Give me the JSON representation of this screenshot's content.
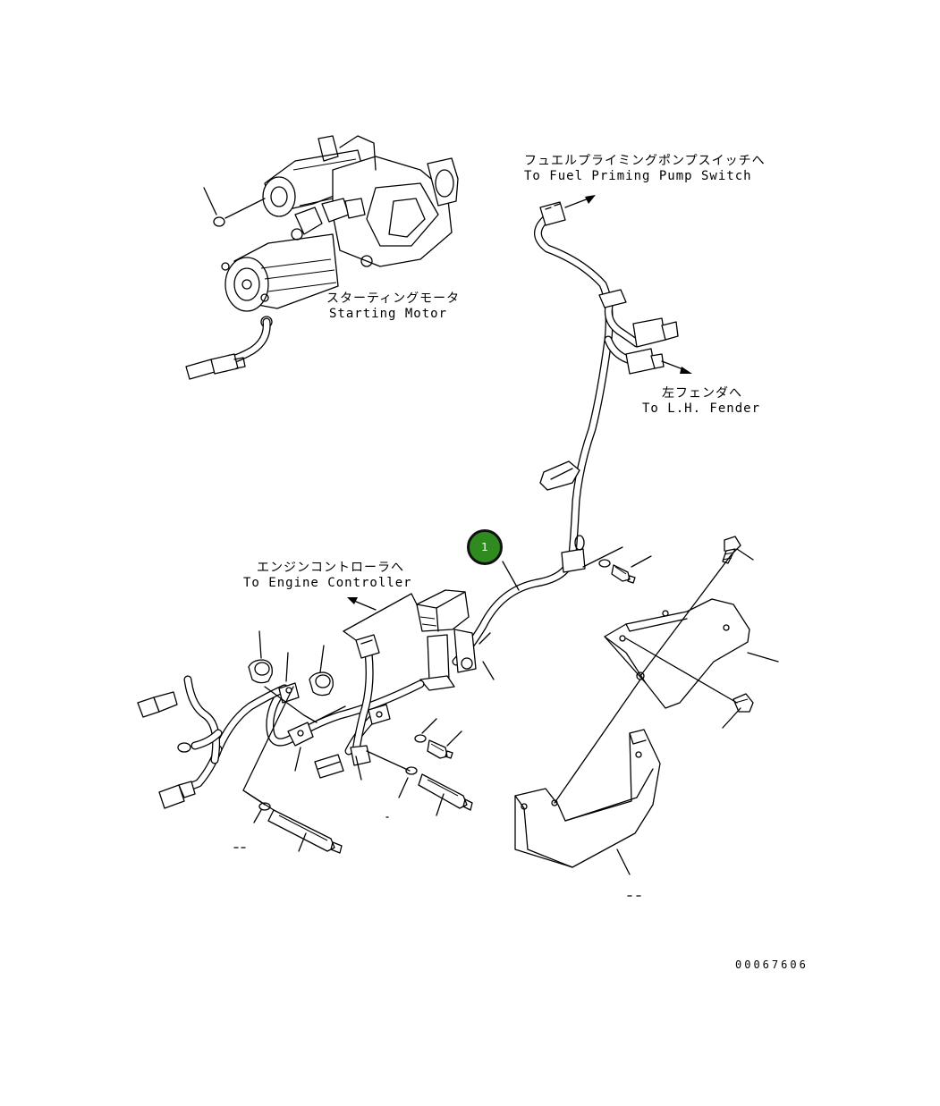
{
  "labels": {
    "fuel_priming_jp": "フュエルプライミングポンプスイッチへ",
    "fuel_priming_en": "To Fuel Priming Pump Switch",
    "starting_motor_jp": "スターティングモータ",
    "starting_motor_en": "Starting Motor",
    "lh_fender_jp": "左フェンダへ",
    "lh_fender_en": "To L.H. Fender",
    "engine_controller_jp": "エンジンコントローラへ",
    "engine_controller_en": "To Engine Controller"
  },
  "callouts": [
    {
      "number": "1",
      "color": "#2f8b1f"
    }
  ],
  "drawing_number": "00067606"
}
